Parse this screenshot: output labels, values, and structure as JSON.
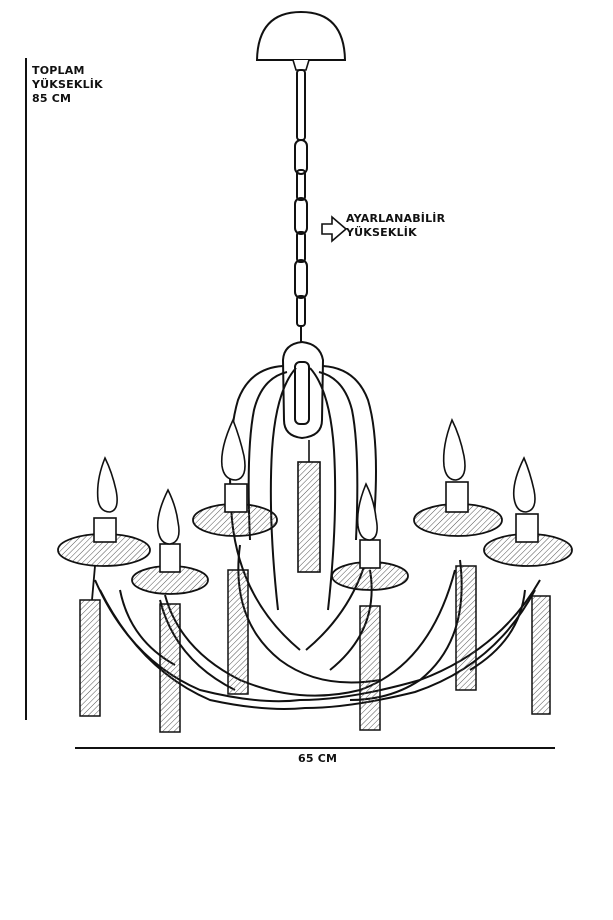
{
  "labels": {
    "total_height_line1": "TOPLAM",
    "total_height_line2": "YÜKSEKLİK",
    "total_height_value": "85 CM",
    "adjustable_line1": "AYARLANABİLİR",
    "adjustable_line2": "YÜKSEKLİK",
    "width_value": "65 CM"
  },
  "colors": {
    "ink": "#111111",
    "crystal": "#9a9a9a",
    "background": "#ffffff"
  },
  "icons": {
    "arrow": "arrow-right-icon",
    "product": "chandelier-icon"
  }
}
